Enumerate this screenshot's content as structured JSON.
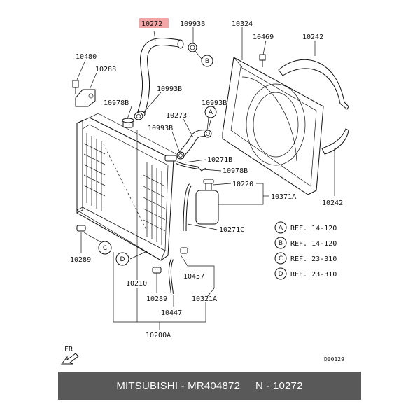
{
  "diagram": {
    "highlighted_part": "10272",
    "highlight_color": "#f4a6a6",
    "part_labels": {
      "p10272": "10272",
      "p10993b_top": "10993B",
      "p10324": "10324",
      "p10469": "10469",
      "p10242_top": "10242",
      "p10480": "10480",
      "p10288": "10288",
      "p10978b_a": "10978B",
      "p10993b_mid": "10993B",
      "p10993b_right": "10993B",
      "p10273": "10273",
      "p10993b_low": "10993B",
      "p10271b": "10271B",
      "p10978b_b": "10978B",
      "p10220": "10220",
      "p10371a": "10371A",
      "p10242_bottom": "10242",
      "p10271c": "10271C",
      "p10289_left": "10289",
      "p10457": "10457",
      "p10210": "10210",
      "p10289_mid": "10289",
      "p10321a": "10321A",
      "p10447": "10447",
      "p10200a": "10200A"
    },
    "callouts": {
      "a": "A",
      "b": "B",
      "c": "C",
      "d": "D"
    },
    "references": [
      {
        "letter": "A",
        "text": "REF. 14-120"
      },
      {
        "letter": "B",
        "text": "REF. 14-120"
      },
      {
        "letter": "C",
        "text": "REF. 23-310"
      },
      {
        "letter": "D",
        "text": "REF. 23-310"
      }
    ],
    "direction_label": "FR",
    "diagram_code": "D00129"
  },
  "footer": {
    "text": "MITSUBISHI - MR404872     N - 10272"
  }
}
